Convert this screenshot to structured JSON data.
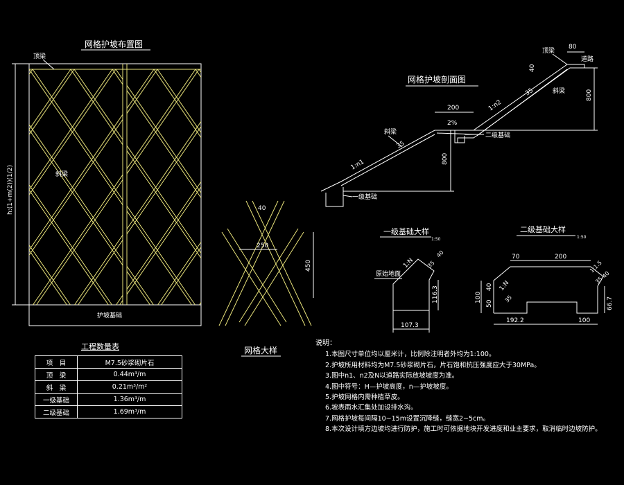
{
  "layout_plan": {
    "title": "网格护坡布置图",
    "label_top_beam": "顶梁",
    "label_inclined_beam": "斜梁",
    "label_foundation": "护坡基础",
    "label_height": "h:(1+m(2))(1/2)"
  },
  "section": {
    "title": "网格护坡剖面图",
    "label_top_beam": "顶梁",
    "label_road": "道路",
    "label_inclined_1": "斜梁",
    "label_inclined_2": "斜梁",
    "label_second_base": "二级基础",
    "label_first_base": "一级基础",
    "slope_1": "1:n1",
    "slope_2": "1:n2",
    "dim_80": "80",
    "dim_40": "40",
    "dim_800_top": "800",
    "dim_200": "200",
    "dim_2pct": "2%",
    "dim_800_bottom": "800",
    "dim_35": "35",
    "dim_35b": "35"
  },
  "grid_detail": {
    "title": "网格大样",
    "dim_40": "40",
    "dim_250": "250",
    "dim_450": "450"
  },
  "base1_detail": {
    "title": "一级基础大样",
    "scale": "1:50",
    "label_ground": "原始地面",
    "slope": "1:N",
    "dim_35": "35",
    "dim_40": "40",
    "dim_116": "116.3",
    "dim_107": "107.3"
  },
  "base2_detail": {
    "title": "二级基础大样",
    "scale": "1:50",
    "slope_1": "1:N",
    "slope_2": "1:1.5",
    "dim_70": "70",
    "dim_200": "200",
    "dim_100_left": "100",
    "dim_40": "40",
    "dim_50": "50",
    "dim_35a": "35",
    "dim_35b": "35",
    "dim_40b": "40",
    "dim_66": "66.7",
    "dim_192": "192.2",
    "dim_100_bottom": "100"
  },
  "quantity_table": {
    "title": "工程数量表",
    "header_item": "项　目",
    "header_material": "M7.5砂浆砌片石",
    "rows": [
      {
        "item": "顶　梁",
        "value": "0.44m³/m"
      },
      {
        "item": "斜　梁",
        "value": "0.21m³/m²"
      },
      {
        "item": "一级基础",
        "value": "1.36m³/m"
      },
      {
        "item": "二级基础",
        "value": "1.69m³/m"
      }
    ]
  },
  "notes": {
    "heading": "说明：",
    "lines": [
      "1.本图尺寸单位均以厘米计，比例除注明者外均为1:100。",
      "2.护坡所用材料均为M7.5砂浆砌片石，片石饱和抗压强度应大于30MPa。",
      "3.图中n1、n2及N以道路实际放坡坡度为准。",
      "4.图中符号：H—护坡高度，n—护坡坡度。",
      "5.护坡网格内需种植草皮。",
      "6.坡表雨水汇集处加设排水沟。",
      "7.网格护坡每间隔10~15m设置沉降缝，缝宽2~5cm。",
      "8.本次设计填方边坡均进行防护，施工时可依据地块开发进度和业主要求，取消临时边坡防护。"
    ]
  },
  "colors": {
    "background": "#000000",
    "line": "#ffffff",
    "beam": "#e8e27a"
  }
}
